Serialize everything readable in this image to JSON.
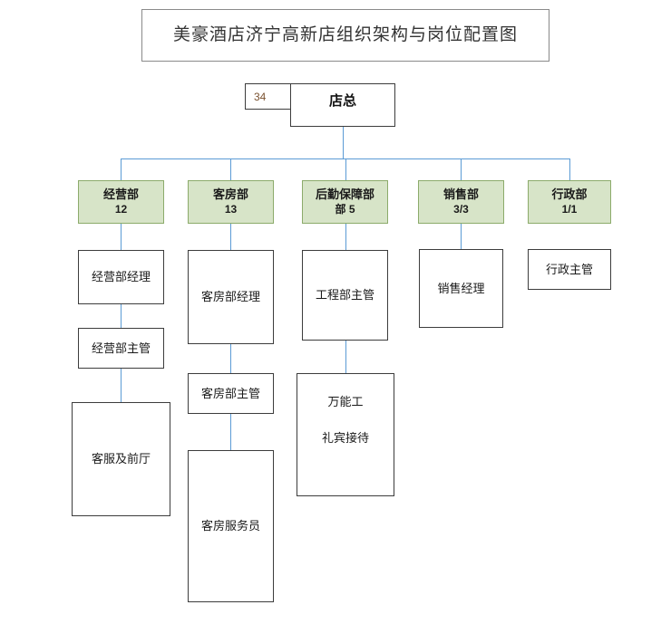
{
  "chart_data": {
    "type": "diagram",
    "title": "美豪酒店济宁高新店组织架构与岗位配置图",
    "orientation": "top-down",
    "colors": {
      "department_fill": "#d7e4c8",
      "department_border": "#8cab6b",
      "connector": "#5b9bd5",
      "node_border": "#3c3c3c",
      "count_text": "#7a5230"
    }
  },
  "title": {
    "text": "美豪酒店济宁高新店组织架构与岗位配置图"
  },
  "top": {
    "total_count": "34",
    "role": "店总"
  },
  "departments": [
    {
      "name": "经营部",
      "count": "12",
      "children": [
        {
          "label": "经营部经理"
        },
        {
          "label": "经营部主管"
        },
        {
          "label": "客服及前厅"
        }
      ]
    },
    {
      "name": "客房部",
      "count": "13",
      "children": [
        {
          "label": "客房部经理"
        },
        {
          "label": "客房部主管"
        },
        {
          "label": "客房服务员"
        }
      ]
    },
    {
      "name": "后勤保障部",
      "name_line2": "部 5",
      "count": "5",
      "children": [
        {
          "label": "工程部主管"
        },
        {
          "label": "万能工",
          "label2": "礼宾接待"
        }
      ]
    },
    {
      "name": "销售部",
      "count": "3/3",
      "children": [
        {
          "label": "销售经理"
        }
      ]
    },
    {
      "name": "行政部",
      "count": "1/1",
      "children": [
        {
          "label": "行政主管"
        }
      ]
    }
  ]
}
